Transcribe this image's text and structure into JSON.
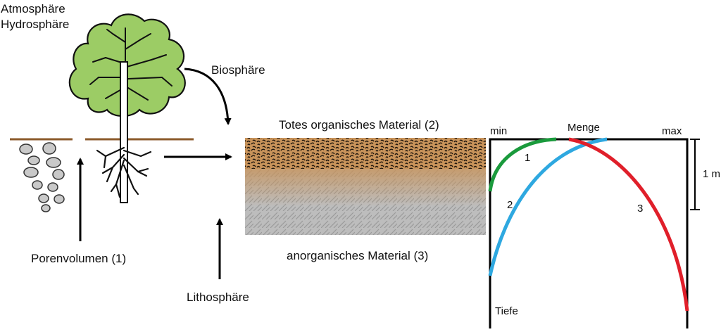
{
  "labels": {
    "atmosphere": "Atmosphäre",
    "hydrosphere": "Hydrosphäre",
    "biosphere": "Biosphäre",
    "pore_volume": "Porenvolumen (1)",
    "lithosphere": "Lithosphäre",
    "dead_organic": "Totes organisches Material (2)",
    "inorganic": "anorganisches Material (3)"
  },
  "profile_chart": {
    "x_min_label": "min",
    "x_label": "Menge",
    "x_max_label": "max",
    "y_label": "Tiefe",
    "scale_label": "1 m",
    "curves": [
      {
        "label": "1",
        "color": "#1a9a3c"
      },
      {
        "label": "2",
        "color": "#2ea8e0"
      },
      {
        "label": "3",
        "color": "#e01f2a"
      }
    ]
  },
  "colors": {
    "soil_surface": "#8b5a2b",
    "leaf_fill": "#9ccc65",
    "stone_fill": "#c9c9c9",
    "organic_layer": "#c8935a",
    "mineral_layer": "#b8b8b8"
  }
}
